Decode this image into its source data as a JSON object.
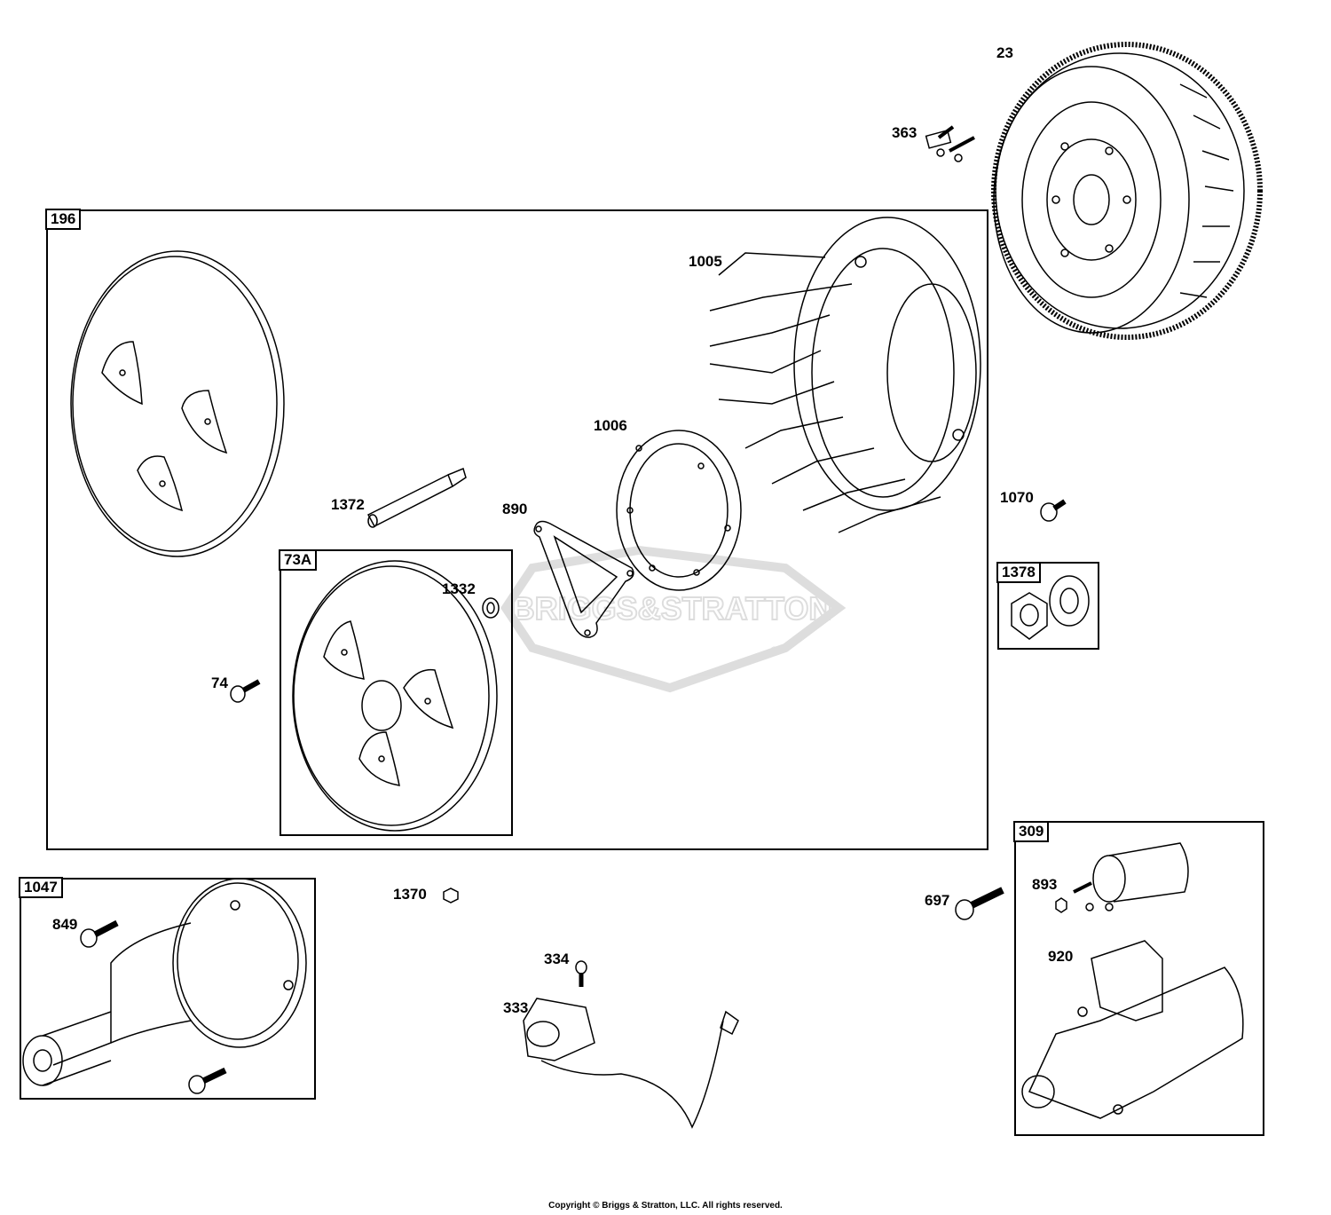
{
  "watermark": {
    "text": "BRIGGS&STRATTON",
    "registered": "®"
  },
  "groups": {
    "g196": "196",
    "g73a": "73A",
    "g1047": "1047",
    "g309": "309",
    "g1378": "1378"
  },
  "parts": {
    "p23": "23",
    "p363": "363",
    "p1005": "1005",
    "p1006": "1006",
    "p1372": "1372",
    "p890": "890",
    "p1332": "1332",
    "p74": "74",
    "p1070": "1070",
    "p849": "849",
    "p1370": "1370",
    "p334": "334",
    "p333": "333",
    "p697": "697",
    "p893": "893",
    "p920": "920"
  },
  "copyright": "Copyright © Briggs & Stratton, LLC. All rights reserved."
}
